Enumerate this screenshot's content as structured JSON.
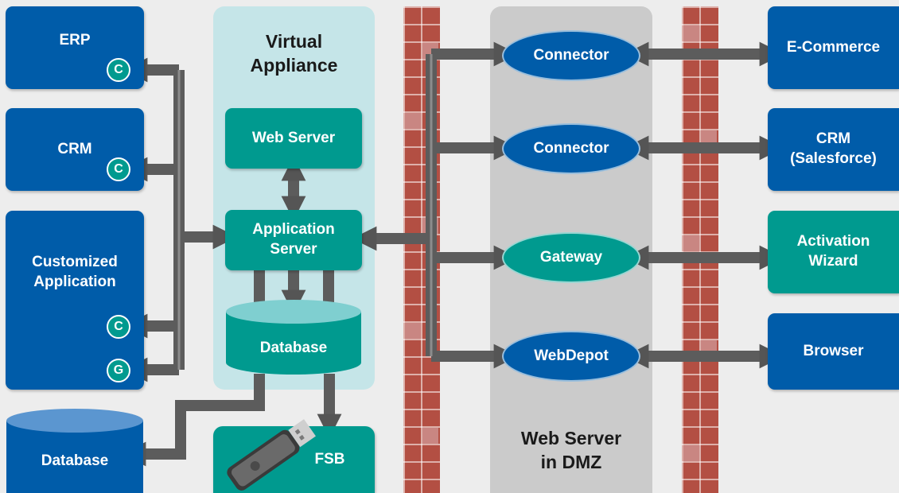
{
  "left_boxes": {
    "erp": "ERP",
    "crm": "CRM",
    "custom": "Customized\nApplication",
    "database": "Database"
  },
  "badges": {
    "c": "C",
    "g": "G"
  },
  "virtual_appliance": {
    "title": "Virtual\nAppliance",
    "web_server": "Web Server",
    "app_server": "Application\nServer",
    "database": "Database"
  },
  "fsb": "FSB",
  "dmz": {
    "title": "Web Server\nin DMZ",
    "connector1": "Connector",
    "connector2": "Connector",
    "gateway": "Gateway",
    "webdepot": "WebDepot"
  },
  "right_boxes": {
    "ecommerce": "E-Commerce",
    "crm": "CRM\n(Salesforce)",
    "activation": "Activation\nWizard",
    "browser": "Browser"
  },
  "colors": {
    "blue": "#005ca9",
    "teal": "#009a8f",
    "pipe": "#666666",
    "brick": "#b34f43",
    "va_panel": "#c5e5e8",
    "dmz_panel": "#cbcbcb"
  }
}
